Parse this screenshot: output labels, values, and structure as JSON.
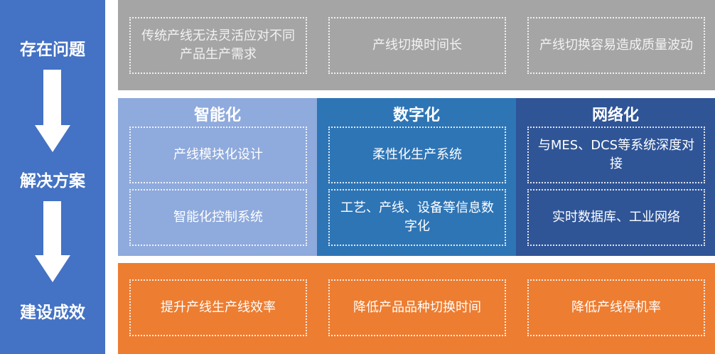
{
  "stages": [
    "存在问题",
    "解决方案",
    "建设成效"
  ],
  "problems": [
    "传统产线无法灵活应对不同产品生产需求",
    "产线切换时间长",
    "产线切换容易造成质量波动"
  ],
  "solutions": [
    {
      "title": "智能化",
      "items": [
        "产线模块化设计",
        "智能化控制系统"
      ],
      "color": "#8FAADC"
    },
    {
      "title": "数字化",
      "items": [
        "柔性化生产系统",
        "工艺、产线、设备等信息数字化"
      ],
      "color": "#2E75B6"
    },
    {
      "title": "网络化",
      "items": [
        "与MES、DCS等系统深度对接",
        "实时数据库、工业网络"
      ],
      "color": "#2F5597"
    }
  ],
  "results": [
    "提升产线生产线效率",
    "降低产品品种切换时间",
    "降低产线停机率"
  ],
  "colors": {
    "left": "#4472C4",
    "problems": "#A5A5A5",
    "results": "#ED7D31"
  }
}
